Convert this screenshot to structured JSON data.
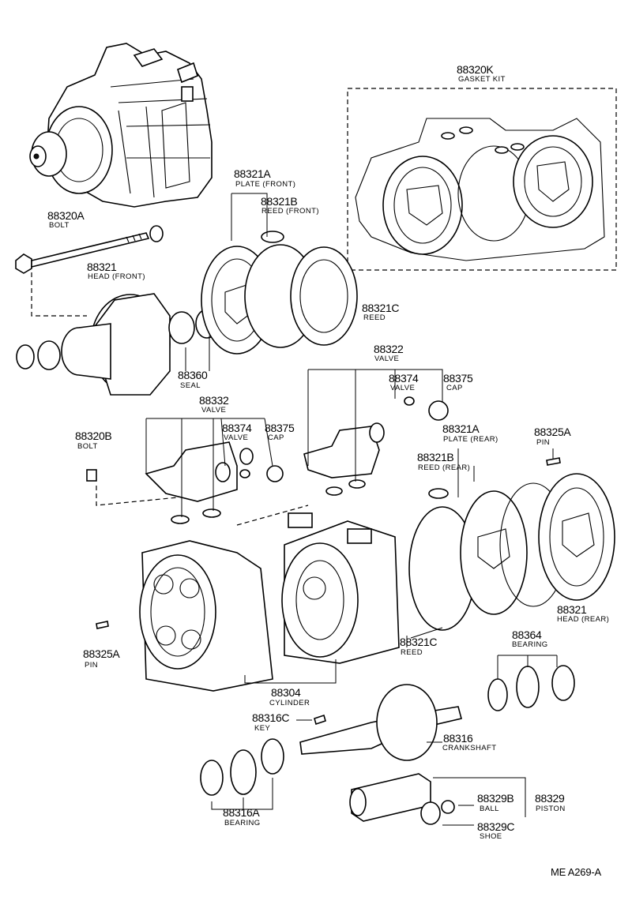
{
  "parts": {
    "gasket_kit": {
      "number": "88320K",
      "name": "GASKET KIT"
    },
    "bolt_long": {
      "number": "88320A",
      "name": "BOLT"
    },
    "plate_front": {
      "number": "88321A",
      "name": "PLATE (FRONT)"
    },
    "reed_front": {
      "number": "88321B",
      "name": "REED (FRONT)"
    },
    "head_front": {
      "number": "88321",
      "name": "HEAD (FRONT)"
    },
    "reed_c_upper": {
      "number": "88321C",
      "name": "REED"
    },
    "seal": {
      "number": "88360",
      "name": "SEAL"
    },
    "valve_right": {
      "number": "88322",
      "name": "VALVE"
    },
    "valve_small_right": {
      "number": "88374",
      "name": "VALVE"
    },
    "cap_right": {
      "number": "88375",
      "name": "CAP"
    },
    "valve_left": {
      "number": "88332",
      "name": "VALVE"
    },
    "valve_small_left": {
      "number": "88374",
      "name": "VALVE"
    },
    "cap_left": {
      "number": "88375",
      "name": "CAP"
    },
    "bolt_short": {
      "number": "88320B",
      "name": "BOLT"
    },
    "plate_rear": {
      "number": "88321A",
      "name": "PLATE (REAR)"
    },
    "reed_rear": {
      "number": "88321B",
      "name": "REED (REAR)"
    },
    "pin_right": {
      "number": "88325A",
      "name": "PIN"
    },
    "head_rear": {
      "number": "88321",
      "name": "HEAD (REAR)"
    },
    "pin_left": {
      "number": "88325A",
      "name": "PIN"
    },
    "reed_c_lower": {
      "number": "88321C",
      "name": "REED"
    },
    "bearing_right": {
      "number": "88364",
      "name": "BEARING"
    },
    "cylinder": {
      "number": "88304",
      "name": "CYLINDER"
    },
    "key": {
      "number": "88316C",
      "name": "KEY"
    },
    "crankshaft": {
      "number": "88316",
      "name": "CRANKSHAFT"
    },
    "bearing_left": {
      "number": "88316A",
      "name": "BEARING"
    },
    "ball": {
      "number": "88329B",
      "name": "BALL"
    },
    "piston": {
      "number": "88329",
      "name": "PISTON"
    },
    "shoe": {
      "number": "88329C",
      "name": "SHOE"
    }
  },
  "diagram_code": "ME A269-A"
}
